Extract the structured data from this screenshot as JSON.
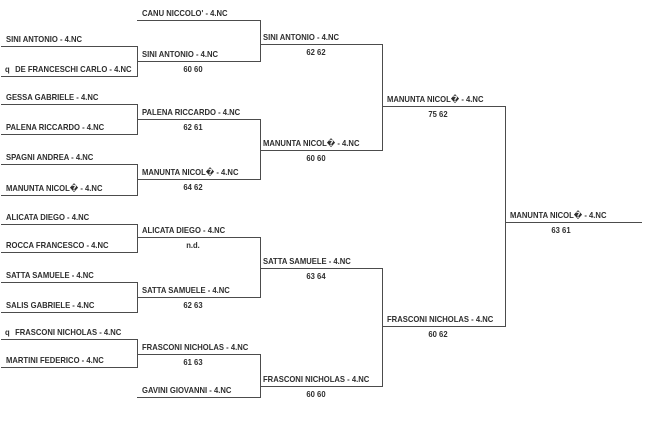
{
  "bracket": {
    "round1": [
      {
        "seed": "",
        "name": "SINI ANTONIO - 4.NC"
      },
      {
        "seed": "q",
        "name": "DE FRANCESCHI CARLO - 4.NC"
      },
      {
        "seed": "",
        "name": "GESSA GABRIELE - 4.NC"
      },
      {
        "seed": "",
        "name": "PALENA RICCARDO - 4.NC"
      },
      {
        "seed": "",
        "name": "SPAGNI ANDREA - 4.NC"
      },
      {
        "seed": "",
        "name": "MANUNTA NICOL� - 4.NC"
      },
      {
        "seed": "",
        "name": "ALICATA DIEGO - 4.NC"
      },
      {
        "seed": "",
        "name": "ROCCA FRANCESCO - 4.NC"
      },
      {
        "seed": "",
        "name": "SATTA SAMUELE - 4.NC"
      },
      {
        "seed": "",
        "name": "SALIS GABRIELE - 4.NC"
      },
      {
        "seed": "q",
        "name": "FRASCONI NICHOLAS - 4.NC"
      },
      {
        "seed": "",
        "name": "MARTINI FEDERICO - 4.NC"
      }
    ],
    "round2": [
      {
        "name": "CANU NICCOLO' - 4.NC",
        "score": ""
      },
      {
        "name": "SINI ANTONIO - 4.NC",
        "score": "60 60"
      },
      {
        "name": "PALENA RICCARDO - 4.NC",
        "score": "62 61"
      },
      {
        "name": "MANUNTA NICOL� - 4.NC",
        "score": "64 62"
      },
      {
        "name": "ALICATA DIEGO - 4.NC",
        "score": "n.d."
      },
      {
        "name": "SATTA SAMUELE - 4.NC",
        "score": "62 63"
      },
      {
        "name": "FRASCONI NICHOLAS - 4.NC",
        "score": "61 63"
      },
      {
        "name": "GAVINI GIOVANNI - 4.NC",
        "score": ""
      }
    ],
    "round3": [
      {
        "name": "SINI ANTONIO - 4.NC",
        "score": "62 62"
      },
      {
        "name": "MANUNTA NICOL� - 4.NC",
        "score": "60 60"
      },
      {
        "name": "SATTA SAMUELE - 4.NC",
        "score": "63 64"
      },
      {
        "name": "FRASCONI NICHOLAS - 4.NC",
        "score": "60 60"
      }
    ],
    "round4": [
      {
        "name": "MANUNTA NICOL� - 4.NC",
        "score": "75 62"
      },
      {
        "name": "FRASCONI NICHOLAS - 4.NC",
        "score": "60 62"
      }
    ],
    "champion": {
      "name": "MANUNTA NICOL� - 4.NC",
      "score": "63 61"
    }
  }
}
